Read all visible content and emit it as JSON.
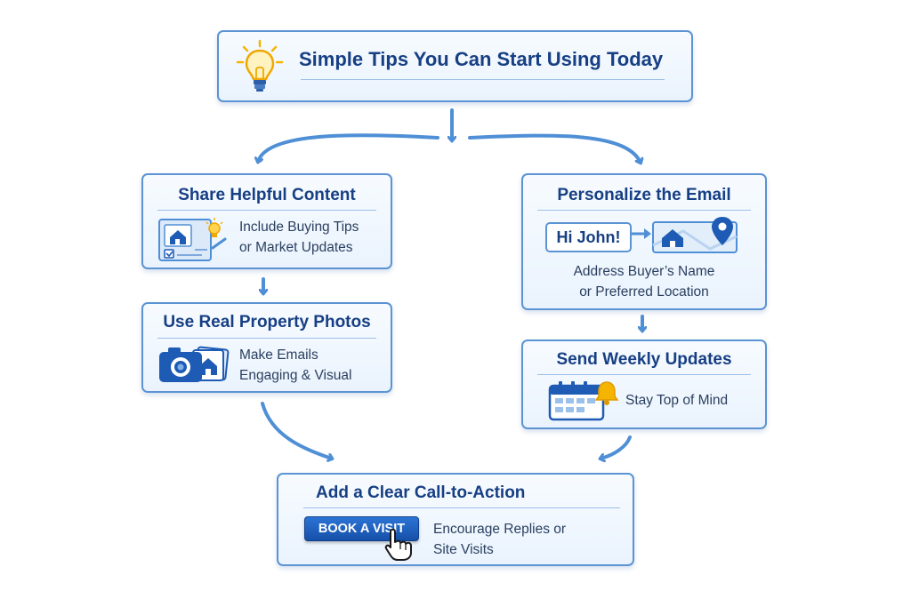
{
  "header": {
    "title": "Simple Tips You Can Start Using Today"
  },
  "steps": {
    "share": {
      "title": "Share Helpful Content",
      "desc_line1": "Include Buying Tips",
      "desc_line2": "or Market Updates"
    },
    "photos": {
      "title": "Use Real Property Photos",
      "desc_line1": "Make Emails",
      "desc_line2": "Engaging & Visual"
    },
    "personalize": {
      "title": "Personalize the Email",
      "greeting": "Hi John!",
      "desc_line1": "Address Buyer’s Name",
      "desc_line2": "or Preferred Location"
    },
    "weekly": {
      "title": "Send Weekly Updates",
      "desc": "Stay Top of Mind"
    },
    "cta": {
      "title": "Add a Clear Call-to-Action",
      "button_label": "BOOK A VISIT",
      "desc_line1": "Encourage Replies or",
      "desc_line2": "Site Visits"
    }
  },
  "colors": {
    "border": "#5b93d3",
    "title": "#173f84",
    "accent": "#1650a8",
    "bulb": "#f5b400"
  },
  "icons": [
    "lightbulb-icon",
    "document-house-icon",
    "camera-photo-icon",
    "map-pin-icon",
    "calendar-bell-icon",
    "pointer-hand-icon"
  ]
}
